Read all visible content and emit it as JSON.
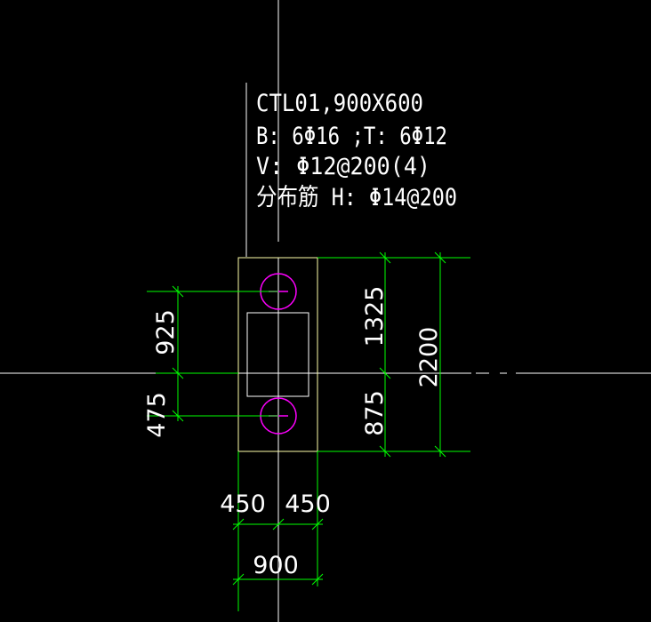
{
  "drawing": {
    "note_lines": [
      "CTL01,900X600",
      "B: 6Φ16 ;T: 6Φ12",
      "V: Φ12@200(4)",
      "分布筋 H: Φ14@200"
    ],
    "dims_left": [
      "925",
      "475"
    ],
    "dims_right_inner": [
      "1325",
      "875"
    ],
    "dim_right_total": "2200",
    "dims_bottom": [
      "450",
      "450"
    ],
    "dim_bottom_total": "900",
    "colors": {
      "background": "#000000",
      "crosshair": "#ffffff",
      "outline": "#ffffaa",
      "inner_rect": "#ffffff",
      "dimension": "#00ff00",
      "pile": "#ff00ff",
      "text": "#ffffff"
    }
  }
}
